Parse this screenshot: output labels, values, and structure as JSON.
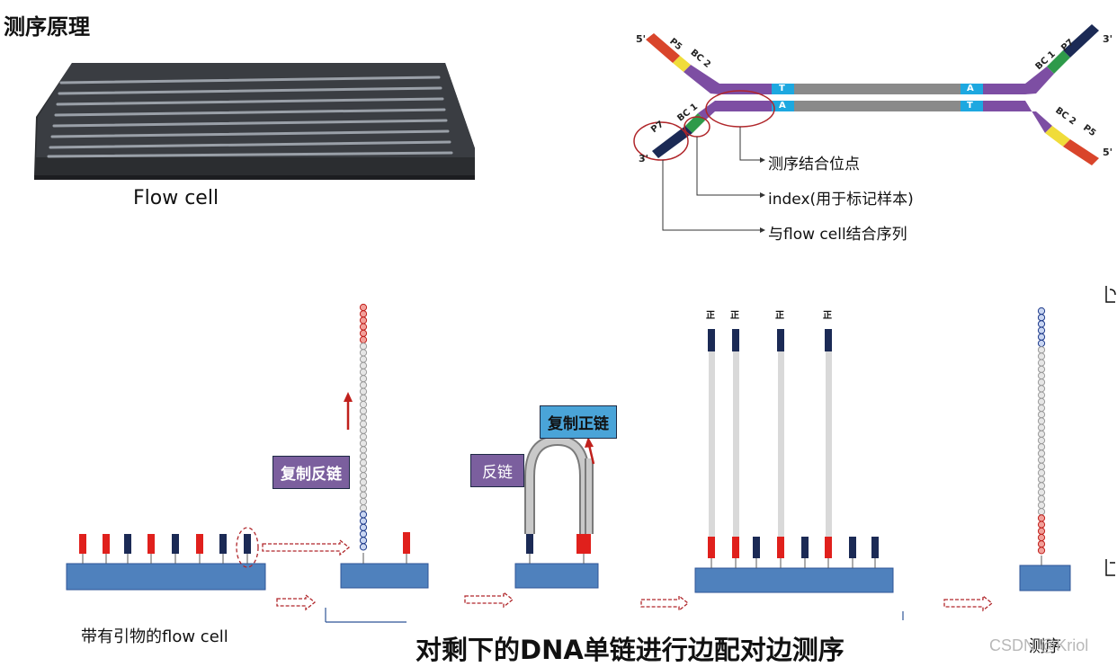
{
  "title": "测序原理",
  "flow_cell": {
    "caption": "Flow cell"
  },
  "adapter_diagram": {
    "top_left_5": "5'",
    "top_left_p5": "P5",
    "top_left_bc2": "BC 2",
    "bottom_left_3": "3'",
    "bottom_left_p7": "P7",
    "bottom_left_bc1": "BC 1",
    "top_right_3": "3'",
    "top_right_p7": "P7",
    "top_right_bc1": "BC 1",
    "bottom_right_5": "5'",
    "bottom_right_p5": "P5",
    "bottom_right_bc2": "BC 2",
    "t_left": "T",
    "a_left": "A",
    "a_right": "A",
    "t_right": "T",
    "callouts": [
      "测序结合位点",
      "index(用于标记样本)",
      "与flow cell结合序列"
    ]
  },
  "steps": {
    "step1_caption": "带有引物的flow cell",
    "step2_box": "复制反链",
    "step3_box_reverse": "反链",
    "step3_box_forward": "复制正链",
    "step4_labels": [
      "正",
      "正",
      "正",
      "正"
    ],
    "step5_caption": "测序",
    "bottom_text": "对剩下的DNA单链进行边配对边测序",
    "watermark": "CSDN @Kriol"
  },
  "colors": {
    "red": "#e0201c",
    "navy": "#1b2a55",
    "blue_base": "#4f81bd",
    "purple": "#7d4ea3",
    "gray_strand": "#8a8a8a",
    "cyan": "#1da8e0",
    "green": "#2e9a4a",
    "yellow": "#f0dc3a",
    "orange_red": "#d9452b",
    "label_box_purple": "#7b5f9e",
    "label_box_blue": "#4aa4d8"
  }
}
